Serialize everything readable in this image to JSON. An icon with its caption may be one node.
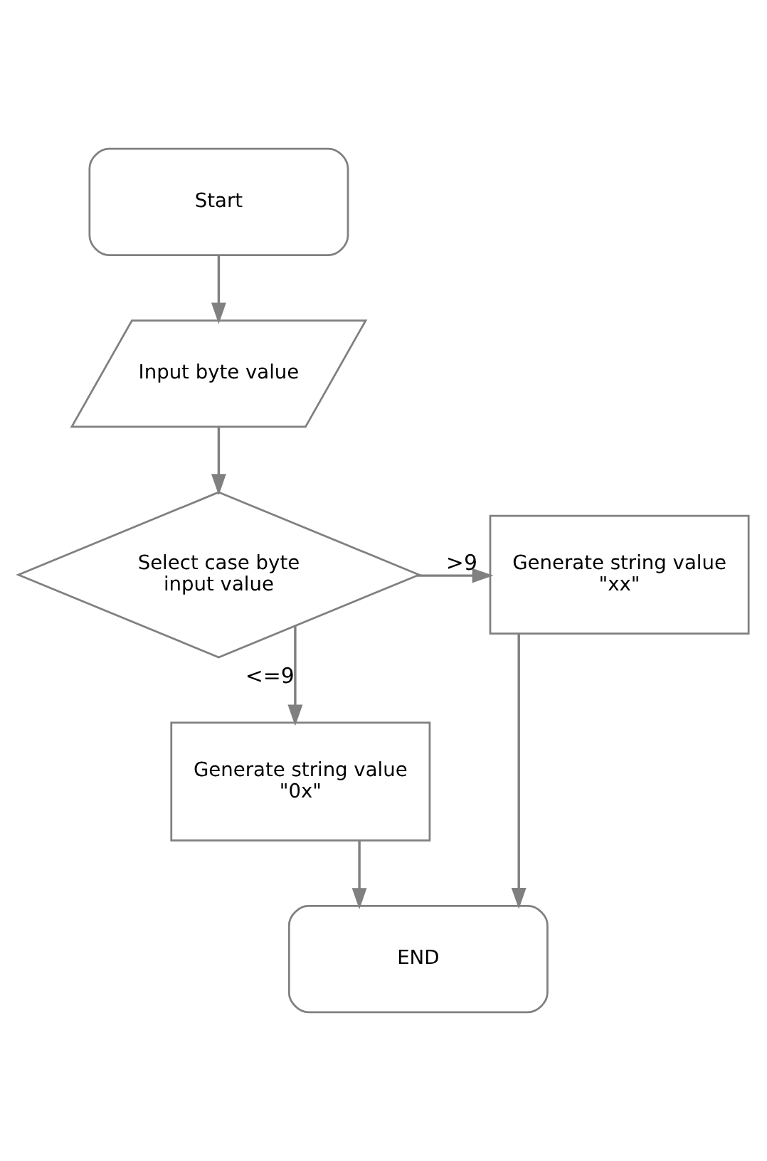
{
  "diagram": {
    "nodes": [
      {
        "text": [
          "Start"
        ]
      },
      {
        "text": [
          "Input byte value"
        ]
      },
      {
        "text": [
          "Select case byte input value"
        ]
      },
      {
        "text": [
          "Generate string value \"xx\""
        ]
      },
      {
        "text": [
          "Generate string value \"0x\""
        ]
      },
      {
        "text": [
          "END"
        ]
      }
    ],
    "edges": [
      {
        "from": 0,
        "to": 1,
        "arrow": "to"
      },
      {
        "from": 1,
        "to": 2,
        "arrow": "to"
      },
      {
        "from": 2,
        "to": 3,
        "arrow": "to",
        "label": ">9"
      },
      {
        "from": 2,
        "to": 4,
        "arrow": "to",
        "label": "<=9"
      },
      {
        "from": 4,
        "to": 5,
        "arrow": "to"
      },
      {
        "from": 3,
        "to": 5,
        "arrow": "to"
      }
    ]
  }
}
